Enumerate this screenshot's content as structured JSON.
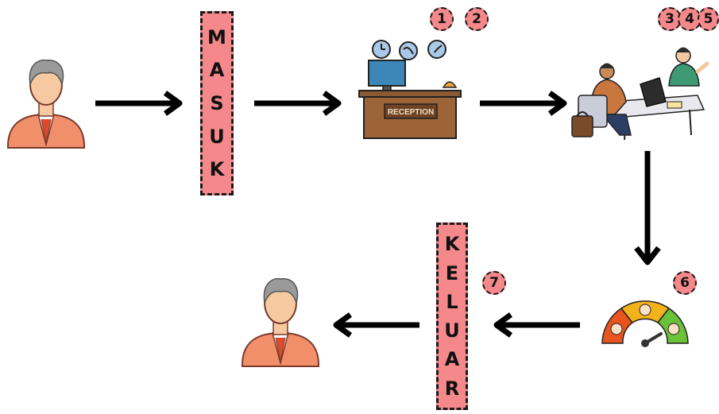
{
  "entry_label": [
    "M",
    "A",
    "S",
    "U",
    "K"
  ],
  "exit_label": [
    "K",
    "E",
    "L",
    "U",
    "A",
    "R"
  ],
  "reception_sign": "RECEPTION",
  "badges": {
    "b1": "1",
    "b2": "2",
    "b3": "3",
    "b4": "4",
    "b5": "5",
    "b6": "6",
    "b7": "7"
  },
  "icons": {
    "visitor_in": "person-icon",
    "visitor_out": "person-icon",
    "reception": "reception-desk-icon",
    "consultation": "consultation-icon",
    "satisfaction": "satisfaction-gauge-icon"
  },
  "colors": {
    "banner": "#f4888b",
    "arrow": "#000000"
  }
}
